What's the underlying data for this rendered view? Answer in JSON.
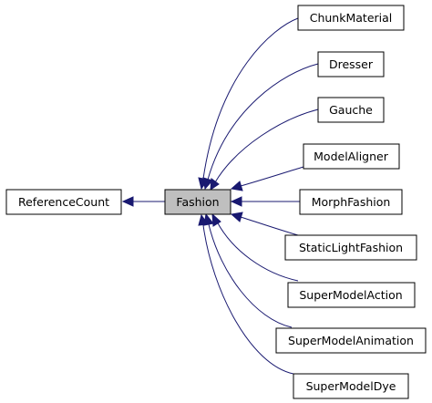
{
  "diagram": {
    "focus_class": "Fashion",
    "base_class": "ReferenceCount",
    "derived_classes": [
      "ChunkMaterial",
      "Dresser",
      "Gauche",
      "ModelAligner",
      "MorphFashion",
      "StaticLightFashion",
      "SuperModelAction",
      "SuperModelAnimation",
      "SuperModelDye"
    ],
    "colors": {
      "focus_fill": "#bfbfbf",
      "node_fill": "#ffffff",
      "node_border": "#000000",
      "edge": "#191970"
    }
  }
}
